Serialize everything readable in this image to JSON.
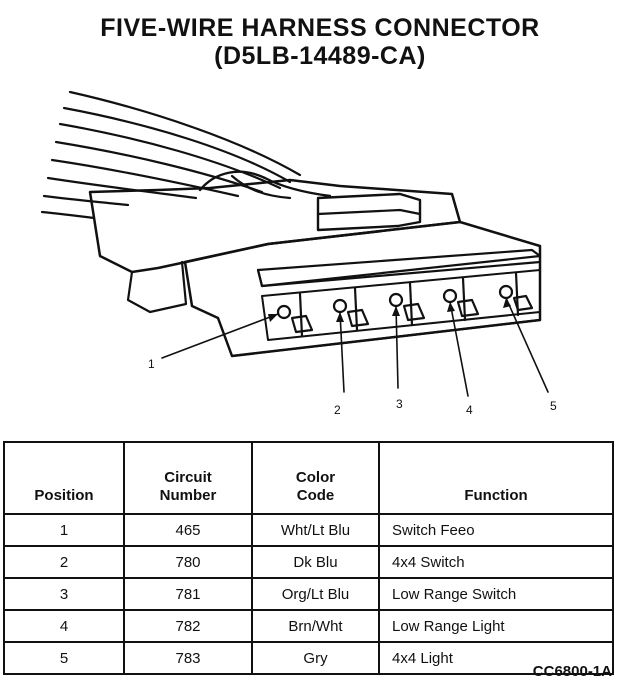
{
  "title": {
    "line1": "FIVE-WIRE HARNESS CONNECTOR",
    "line2": "(D5LB-14489-CA)"
  },
  "callouts": [
    "1",
    "2",
    "3",
    "4",
    "5"
  ],
  "table": {
    "headers": {
      "position": "Position",
      "circuit_line1": "Circuit",
      "circuit_line2": "Number",
      "color_line1": "Color",
      "color_line2": "Code",
      "function": "Function"
    },
    "rows": [
      {
        "position": "1",
        "circuit": "465",
        "color": "Wht/Lt Blu",
        "function": "Switch Feeo"
      },
      {
        "position": "2",
        "circuit": "780",
        "color": "Dk Blu",
        "function": "4x4 Switch"
      },
      {
        "position": "3",
        "circuit": "781",
        "color": "Org/Lt Blu",
        "function": "Low Range Switch"
      },
      {
        "position": "4",
        "circuit": "782",
        "color": "Brn/Wht",
        "function": "Low Range Light"
      },
      {
        "position": "5",
        "circuit": "783",
        "color": "Gry",
        "function": "4x4 Light"
      }
    ]
  },
  "figure_ref": "CC6800-1A"
}
